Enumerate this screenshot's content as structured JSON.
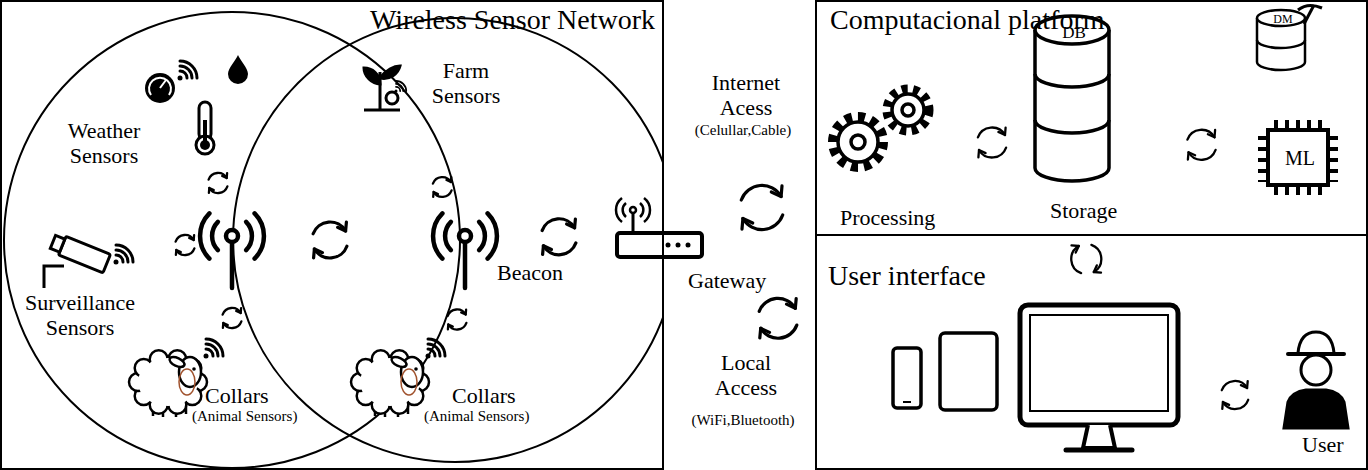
{
  "diagram": {
    "nodes": [
      {
        "text": [
          "Wireless Sensor Network"
        ]
      },
      {
        "text": [
          "Weather Sensors"
        ],
        "in": 0
      },
      {
        "text": [
          "Surveillance Sensors"
        ],
        "in": 0
      },
      {
        "text": [
          "Collars",
          "(Animal Sensors)"
        ],
        "in": 0
      },
      {
        "text": [
          "Farm Sensors"
        ],
        "in": 0
      },
      {
        "text": [
          "Collars",
          "(Animal Sensors)"
        ],
        "in": 0
      },
      {
        "text": [
          "Beacon"
        ],
        "in": 0
      },
      {
        "text": [
          "Gateway"
        ]
      },
      {
        "text": [
          "Computacional platform"
        ]
      },
      {
        "text": [
          "Processing"
        ],
        "in": 8
      },
      {
        "text": [
          "DB",
          "Storage"
        ],
        "in": 8
      },
      {
        "text": [
          "DM"
        ],
        "in": 8
      },
      {
        "text": [
          "ML"
        ],
        "in": 8
      },
      {
        "text": [
          "User interface"
        ]
      },
      {
        "text": [
          "User"
        ],
        "in": 13
      }
    ],
    "edges": [
      {
        "from": 4,
        "to": 6,
        "arrow": "both"
      },
      {
        "from": 5,
        "to": 6,
        "arrow": "both"
      },
      {
        "from": 6,
        "to": 7,
        "arrow": "both"
      },
      {
        "from": 7,
        "to": 8,
        "arrow": "both"
      },
      {
        "from": 7,
        "to": 13,
        "arrow": "both"
      },
      {
        "from": 9,
        "to": 10,
        "arrow": "both"
      },
      {
        "from": 10,
        "to": 12,
        "arrow": "both"
      },
      {
        "from": 10,
        "to": 13,
        "arrow": "both"
      }
    ],
    "labels": [
      "Internet Acess",
      "(Celullar,Cable)",
      "Local Access",
      "(WiFi,Bluetooth)"
    ]
  }
}
